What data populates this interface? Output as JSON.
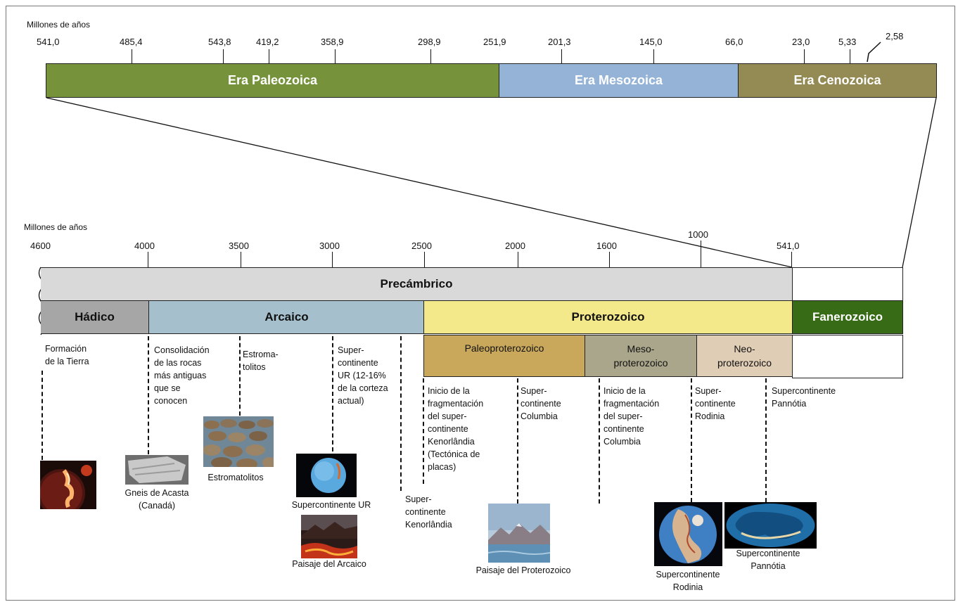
{
  "top_timeline": {
    "unit_label": "Millones de años",
    "ticks": [
      "541,0",
      "485,4",
      "543,8",
      "419,2",
      "358,9",
      "298,9",
      "251,9",
      "201,3",
      "145,0",
      "66,0",
      "23,0",
      "5,33",
      "2,58"
    ],
    "eras": [
      {
        "label": "Era Paleozoica",
        "color": "#76933c"
      },
      {
        "label": "Era Mesozoica",
        "color": "#95b3d7"
      },
      {
        "label": "Era Cenozoica",
        "color": "#948a54"
      }
    ]
  },
  "bottom_timeline": {
    "unit_label": "Millones de años",
    "ticks": [
      "4600",
      "4000",
      "3500",
      "3000",
      "2500",
      "2000",
      "1600",
      "1000",
      "541,0"
    ],
    "supereon": {
      "label": "Precámbrico",
      "color": "#d9d9d9"
    },
    "eons": [
      {
        "label": "Hádico",
        "color": "#a6a6a6"
      },
      {
        "label": "Arcaico",
        "color": "#a5c0cc"
      },
      {
        "label": "Proterozoico",
        "color": "#f3e88a"
      },
      {
        "label": "Fanerozoico",
        "color": "#376b16"
      }
    ],
    "proterozoic_eras": [
      {
        "label": "Paleoproterozoico",
        "color": "#c9a85c"
      },
      {
        "label": "Meso-\nproterozoico",
        "color": "#aaa68b"
      },
      {
        "label": "Neo-\nproterozoico",
        "color": "#e0cdb6"
      }
    ]
  },
  "events": [
    "Formación\nde la Tierra",
    "Consolidación\nde las rocas\nmás antiguas\nque se\nconocen",
    "Estroma-\ntolitos",
    "Super-\ncontinente\nUR (12-16%\nde la corteza\nactual)",
    "Inicio de la\nfragmentación\ndel super-\ncontinente\nKenorlândia\n(Tectónica de\nplacas)",
    "Super-\ncontinente\nColumbia",
    "Inicio de la\nfragmentación\ndel super-\ncontinente\nColumbia",
    "Super-\ncontinente\nRodinia",
    "Supercontinente\nPannótia",
    "Super-\ncontinente\nKenorlândia"
  ],
  "captions": [
    "Gneis de Acasta\n(Canadá)",
    "Estromatolitos",
    "Supercontinente UR",
    "Paisaje del Arcaico",
    "Paisaje del Proterozoico",
    "Supercontinente\nRodinia",
    "Supercontinente\nPannótia"
  ]
}
